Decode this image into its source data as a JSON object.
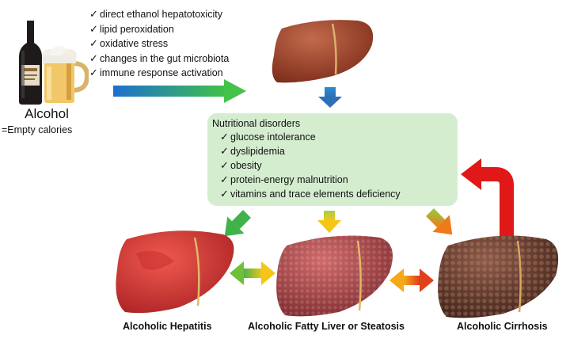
{
  "alcohol": {
    "title": "Alcohol",
    "subtitle": "=Empty calories",
    "mechanisms": [
      "direct ethanol hepatotoxicity",
      "lipid peroxidation",
      "oxidative stress",
      "changes in the gut microbiota",
      "immune response activation"
    ]
  },
  "nutrition": {
    "title": "Nutritional disorders",
    "items": [
      "glucose intolerance",
      "dyslipidemia",
      "obesity",
      "protein-energy malnutrition",
      "vitamins and trace elements deficiency"
    ]
  },
  "stages": {
    "hepatitis": "Alcoholic Hepatitis",
    "steatosis": "Alcoholic Fatty Liver or Steatosis",
    "cirrhosis": "Alcoholic Cirrhosis"
  },
  "check_mark": "✓",
  "colors": {
    "box_fill": "#d4edcf",
    "arrow_blue": "#1e6fd0",
    "arrow_green": "#3fb34a",
    "arrow_yellow": "#f5c518",
    "arrow_red": "#e01818",
    "liver_healthy": "#9a3d28",
    "liver_hepatitis": "#d63a3a",
    "liver_steatosis": "#b8474a",
    "liver_cirrhosis": "#6e4034"
  },
  "icons": [
    "wine-bottle-icon",
    "beer-mug-icon",
    "liver-icon"
  ]
}
